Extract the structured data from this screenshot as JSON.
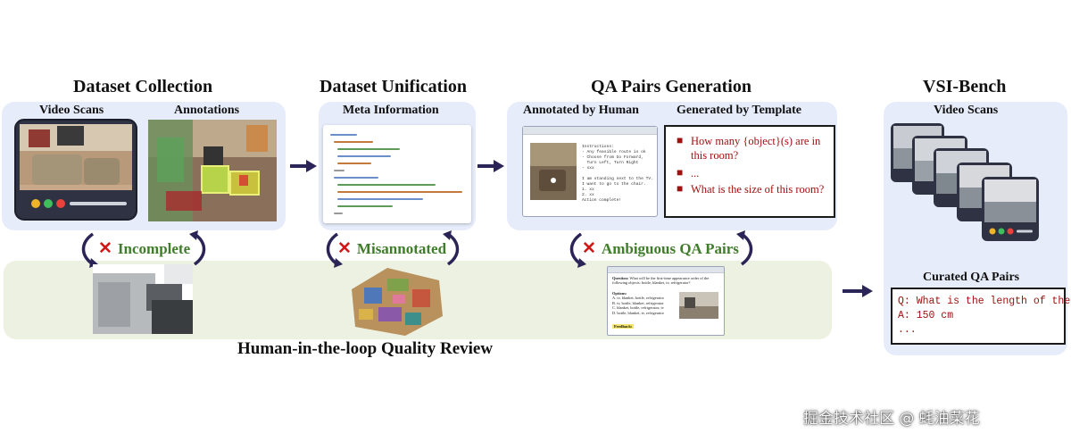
{
  "stages": {
    "collection": {
      "title": "Dataset Collection",
      "left_label": "Video Scans",
      "right_label": "Annotations"
    },
    "unification": {
      "title": "Dataset Unification",
      "label": "Meta Information"
    },
    "qa_generation": {
      "title": "QA Pairs Generation",
      "human_label": "Annotated by Human",
      "template_label": "Generated by Template",
      "human_card_lines": [
        "Instructions:",
        "- Any feasible route is ok",
        "- Choose from Go Forward,",
        "  Turn Left, Turn Right",
        "- xxx",
        "",
        "I am standing next to the TV.",
        "I want to go to the chair.",
        "1. xx",
        "2. xx",
        "Action complete!"
      ],
      "template_bullets": [
        "How many {object}(s) are in this room?",
        "...",
        "What is the size of this room?"
      ]
    },
    "bench": {
      "title": "VSI-Bench",
      "video_label": "Video Scans",
      "qa_label": "Curated QA Pairs",
      "qa_question": "Q: What is the length of the table?",
      "qa_answer": "A: 150 cm",
      "qa_more": "..."
    }
  },
  "review": {
    "title": "Human-in-the-loop Quality Review",
    "issues": [
      "Incomplete",
      "Misannotated",
      "Ambiguous QA Pairs"
    ],
    "question_card": {
      "question_label": "Question:",
      "question_text": "What will be the first-time appearance order of the following objects: bottle, blanket, tv, refrigerator?",
      "options_label": "Options:",
      "options": [
        "A. tv, blanket, bottle, refrigerator",
        "B. tv, bottle, blanket, refrigerator",
        "C. blanket, bottle, refrigerator, tv",
        "D. bottle, blanket, tv, refrigerator"
      ],
      "feedback": "Feedback:"
    }
  },
  "watermark": "掘金技术社区 @ 蚝油菜花",
  "colors": {
    "panel": "#e7ecfa",
    "review": "#ecf1e2",
    "arrow": "#2b2456",
    "issue_text": "#3f7d2a",
    "cross": "#d01818",
    "template_text": "#a01010"
  }
}
